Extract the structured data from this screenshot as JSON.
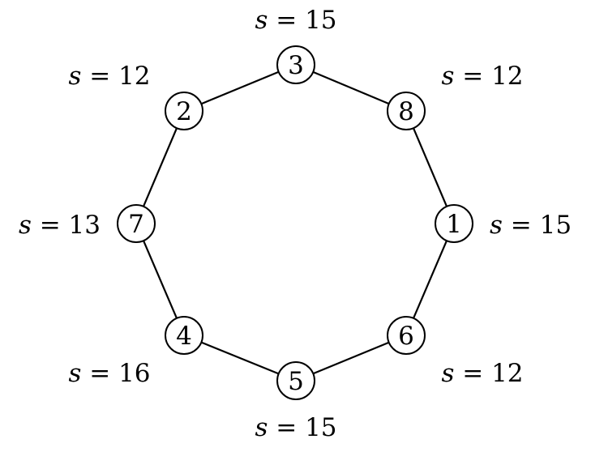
{
  "diagram": {
    "nodes": [
      {
        "id": "3",
        "score": "15"
      },
      {
        "id": "8",
        "score": "12"
      },
      {
        "id": "1",
        "score": "15"
      },
      {
        "id": "6",
        "score": "12"
      },
      {
        "id": "5",
        "score": "15"
      },
      {
        "id": "4",
        "score": "16"
      },
      {
        "id": "7",
        "score": "13"
      },
      {
        "id": "2",
        "score": "12"
      }
    ],
    "score_variable": "s",
    "equals_sign": "=",
    "edges": [
      [
        "3",
        "8"
      ],
      [
        "8",
        "1"
      ],
      [
        "1",
        "6"
      ],
      [
        "6",
        "5"
      ],
      [
        "5",
        "4"
      ],
      [
        "4",
        "7"
      ],
      [
        "7",
        "2"
      ],
      [
        "2",
        "3"
      ]
    ]
  }
}
